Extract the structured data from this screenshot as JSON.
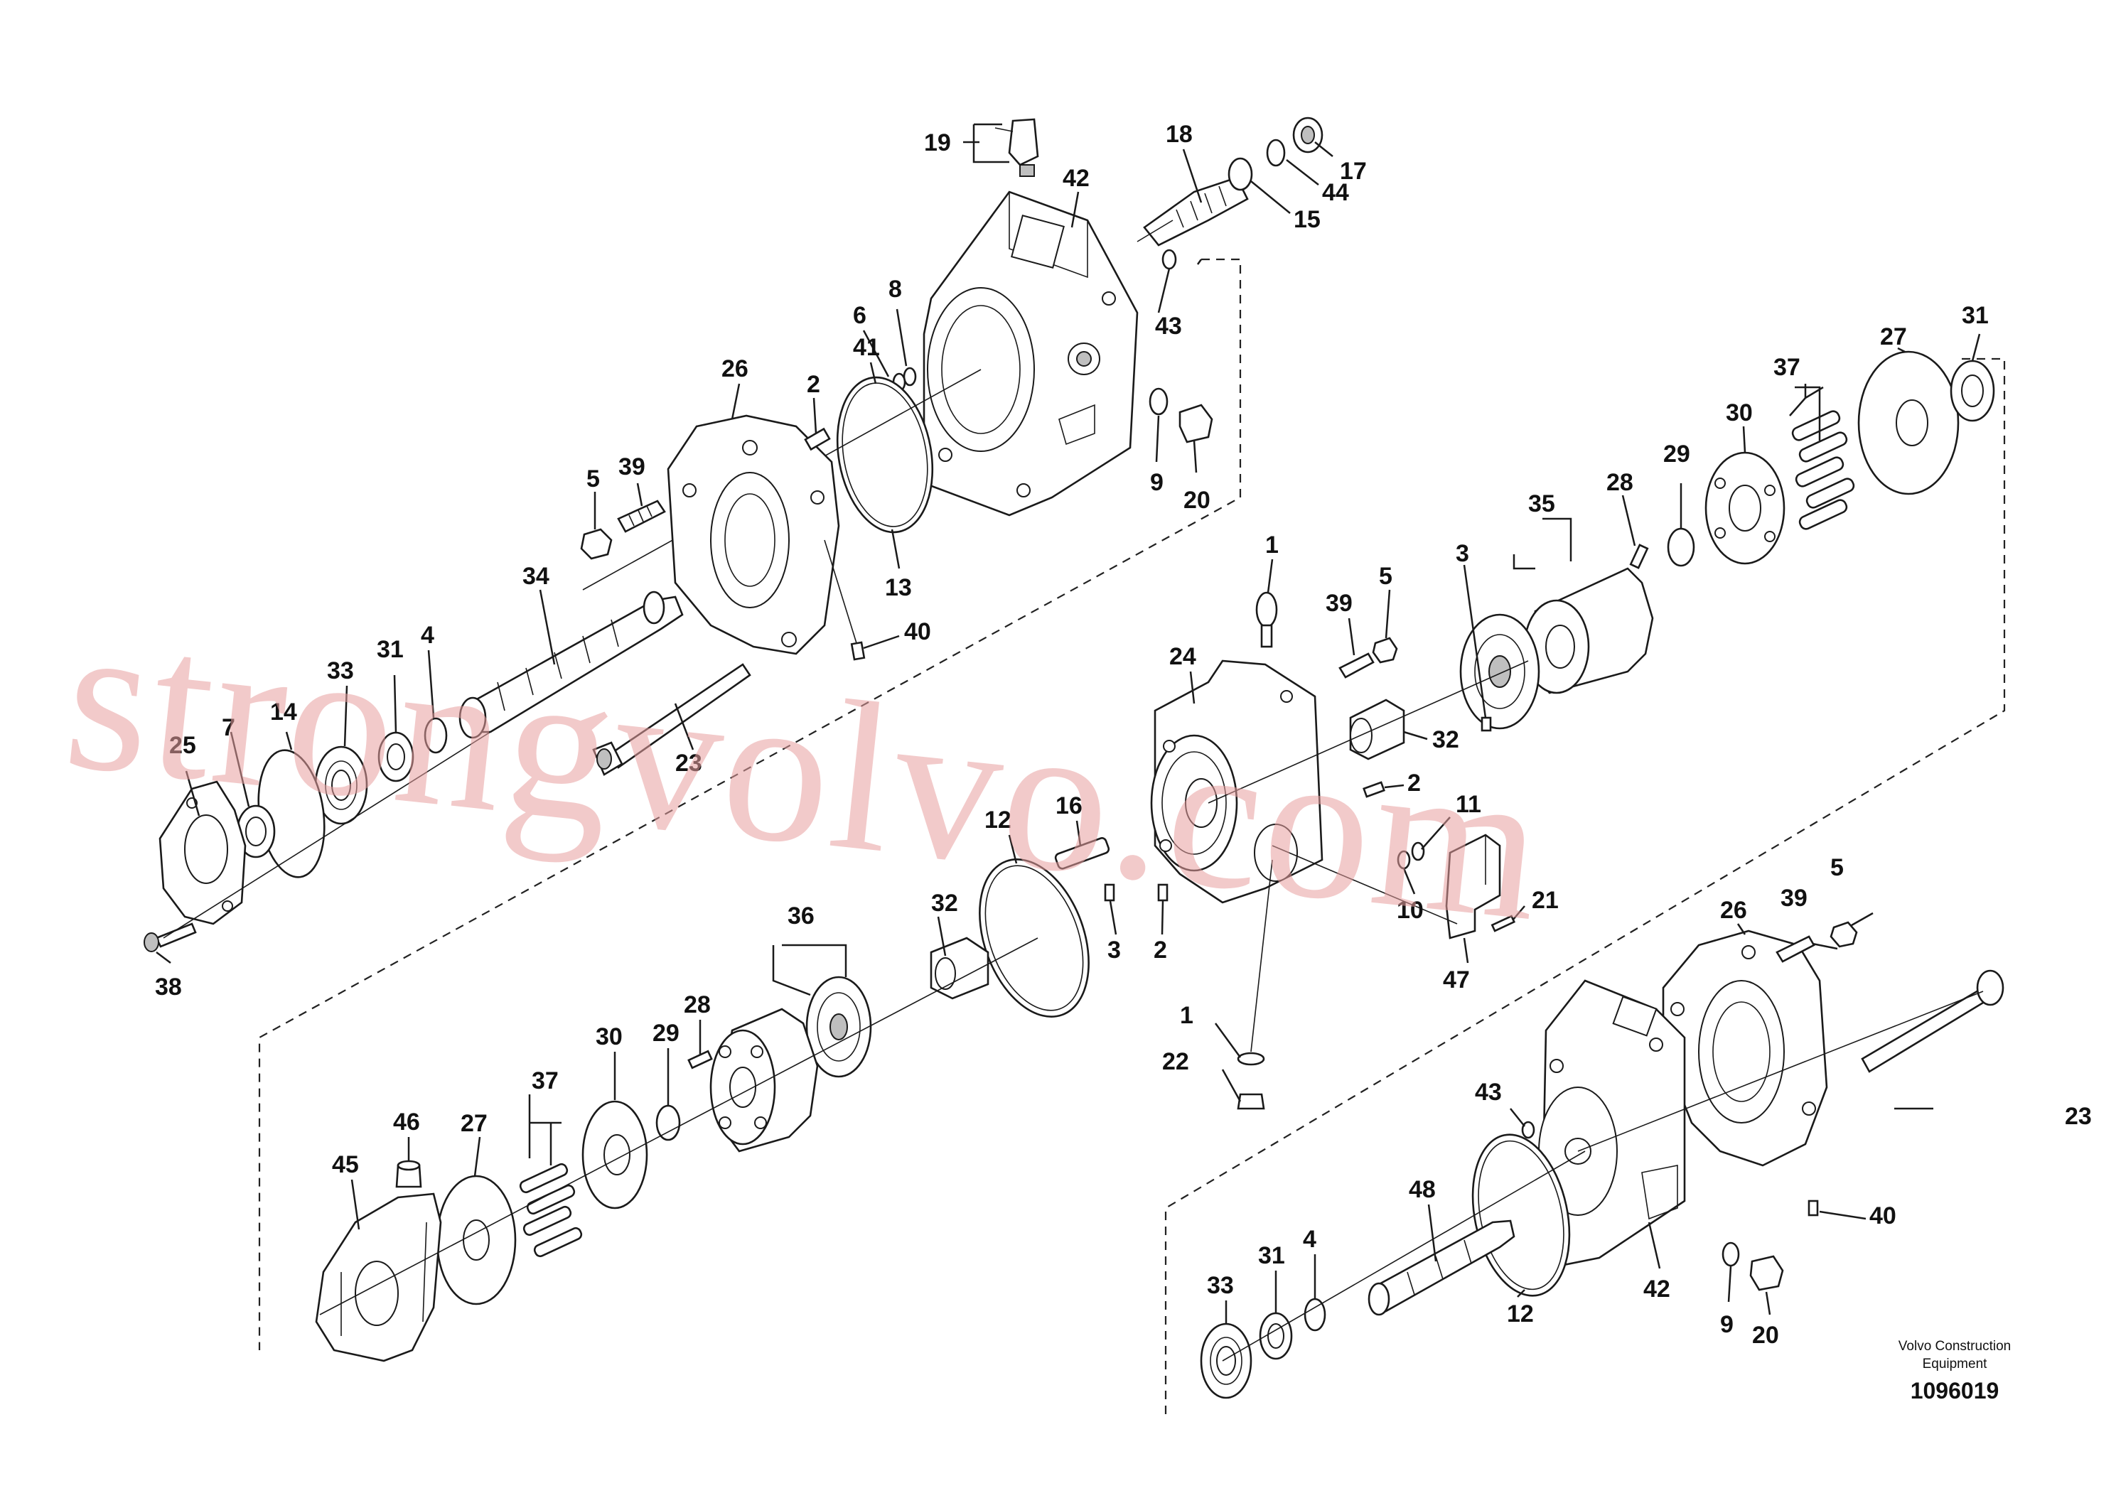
{
  "part_labels": [
    {
      "id": "l19",
      "text": "19"
    },
    {
      "id": "l18",
      "text": "18"
    },
    {
      "id": "l42a",
      "text": "42"
    },
    {
      "id": "l17",
      "text": "17"
    },
    {
      "id": "l44",
      "text": "44"
    },
    {
      "id": "l15",
      "text": "15"
    },
    {
      "id": "l43a",
      "text": "43"
    },
    {
      "id": "l8",
      "text": "8"
    },
    {
      "id": "l6",
      "text": "6"
    },
    {
      "id": "l41",
      "text": "41"
    },
    {
      "id": "l26a",
      "text": "26"
    },
    {
      "id": "l2a",
      "text": "2"
    },
    {
      "id": "l5a",
      "text": "5"
    },
    {
      "id": "l39a",
      "text": "39"
    },
    {
      "id": "l9a",
      "text": "9"
    },
    {
      "id": "l20a",
      "text": "20"
    },
    {
      "id": "l13",
      "text": "13"
    },
    {
      "id": "l34",
      "text": "34"
    },
    {
      "id": "l40a",
      "text": "40"
    },
    {
      "id": "l4a",
      "text": "4"
    },
    {
      "id": "l31a",
      "text": "31"
    },
    {
      "id": "l33a",
      "text": "33"
    },
    {
      "id": "l7",
      "text": "7"
    },
    {
      "id": "l14",
      "text": "14"
    },
    {
      "id": "l25",
      "text": "25"
    },
    {
      "id": "l23a",
      "text": "23"
    },
    {
      "id": "l38",
      "text": "38"
    },
    {
      "id": "l31b",
      "text": "31"
    },
    {
      "id": "l27a",
      "text": "27"
    },
    {
      "id": "l37a",
      "text": "37"
    },
    {
      "id": "l30a",
      "text": "30"
    },
    {
      "id": "l29a",
      "text": "29"
    },
    {
      "id": "l28a",
      "text": "28"
    },
    {
      "id": "l35",
      "text": "35"
    },
    {
      "id": "l1a",
      "text": "1"
    },
    {
      "id": "l39b",
      "text": "39"
    },
    {
      "id": "l5b",
      "text": "5"
    },
    {
      "id": "l3a",
      "text": "3"
    },
    {
      "id": "l24",
      "text": "24"
    },
    {
      "id": "l32",
      "text": "32"
    },
    {
      "id": "l2b",
      "text": "2"
    },
    {
      "id": "l11",
      "text": "11"
    },
    {
      "id": "l16",
      "text": "16"
    },
    {
      "id": "l12a",
      "text": "12"
    },
    {
      "id": "l10",
      "text": "10"
    },
    {
      "id": "l21",
      "text": "21"
    },
    {
      "id": "l47",
      "text": "47"
    },
    {
      "id": "l36",
      "text": "36"
    },
    {
      "id": "l32b",
      "text": "32"
    },
    {
      "id": "l3b",
      "text": "3"
    },
    {
      "id": "l2c",
      "text": "2"
    },
    {
      "id": "l1b",
      "text": "1"
    },
    {
      "id": "l22",
      "text": "22"
    },
    {
      "id": "l28b",
      "text": "28"
    },
    {
      "id": "l29b",
      "text": "29"
    },
    {
      "id": "l30b",
      "text": "30"
    },
    {
      "id": "l37b",
      "text": "37"
    },
    {
      "id": "l46",
      "text": "46"
    },
    {
      "id": "l27b",
      "text": "27"
    },
    {
      "id": "l45",
      "text": "45"
    },
    {
      "id": "l39c",
      "text": "39"
    },
    {
      "id": "l5c",
      "text": "5"
    },
    {
      "id": "l26b",
      "text": "26"
    },
    {
      "id": "l43b",
      "text": "43"
    },
    {
      "id": "l23b",
      "text": "23"
    },
    {
      "id": "l48",
      "text": "48"
    },
    {
      "id": "l40b",
      "text": "40"
    },
    {
      "id": "l4b",
      "text": "4"
    },
    {
      "id": "l31c",
      "text": "31"
    },
    {
      "id": "l33b",
      "text": "33"
    },
    {
      "id": "l42b",
      "text": "42"
    },
    {
      "id": "l12b",
      "text": "12"
    },
    {
      "id": "l9b",
      "text": "9"
    },
    {
      "id": "l20b",
      "text": "20"
    }
  ],
  "footer": {
    "company_line1": "Volvo Construction",
    "company_line2": "Equipment",
    "document_number": "1096019"
  },
  "watermark": "strongvolvo.com"
}
